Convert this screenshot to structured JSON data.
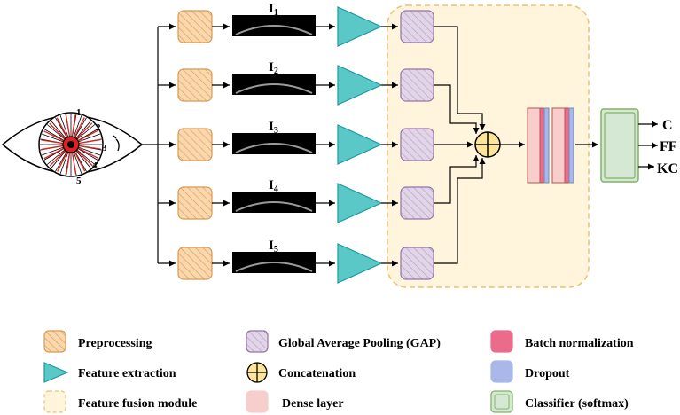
{
  "branches": [
    {
      "label": "I",
      "sub": "1"
    },
    {
      "label": "I",
      "sub": "2"
    },
    {
      "label": "I",
      "sub": "3"
    },
    {
      "label": "I",
      "sub": "4"
    },
    {
      "label": "I",
      "sub": "5"
    }
  ],
  "eye_numbers": [
    "1",
    "2",
    "3",
    "4",
    "5"
  ],
  "outputs": [
    "C",
    "FF",
    "KC"
  ],
  "legend": {
    "preprocessing": "Preprocessing",
    "feature_extraction": "Feature extraction",
    "feature_fusion": "Feature fusion module",
    "gap": "Global Average Pooling (GAP)",
    "concatenation": "Concatenation",
    "dense": "Dense layer",
    "batch_norm": "Batch normalization",
    "dropout": "Dropout",
    "classifier": "Classifier (softmax)"
  },
  "colors": {
    "preprocessing_fill": "#fad7ac",
    "preprocessing_stroke": "#d79b56",
    "triangle_fill": "#5bc8c8",
    "triangle_stroke": "#1a9aa0",
    "gap_fill": "#e1d5e7",
    "gap_stroke": "#9673a6",
    "fusion_fill": "#fff4dc",
    "fusion_stroke": "#f0c070",
    "concat_fill": "#ffe599",
    "dense_fill": "#f8cecc",
    "dense_stroke": "#b85450",
    "batchnorm_fill": "#ea6b8a",
    "dropout_fill": "#a9b8e8",
    "classifier_fill": "#d5e8d4",
    "classifier_stroke": "#82b366",
    "eye_line": "#e02020"
  }
}
